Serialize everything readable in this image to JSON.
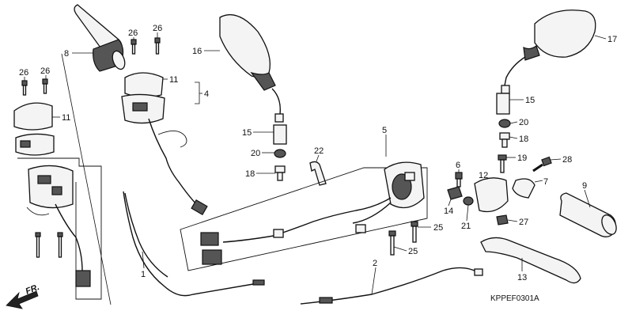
{
  "callouts": [
    {
      "id": "c1",
      "text": "1"
    },
    {
      "id": "c2",
      "text": "2"
    },
    {
      "id": "c4",
      "text": "4"
    },
    {
      "id": "c5",
      "text": "5"
    },
    {
      "id": "c6",
      "text": "6"
    },
    {
      "id": "c7",
      "text": "7"
    },
    {
      "id": "c8",
      "text": "8"
    },
    {
      "id": "c9",
      "text": "9"
    },
    {
      "id": "c11a",
      "text": "11"
    },
    {
      "id": "c11b",
      "text": "11"
    },
    {
      "id": "c12",
      "text": "12"
    },
    {
      "id": "c13",
      "text": "13"
    },
    {
      "id": "c14",
      "text": "14"
    },
    {
      "id": "c15a",
      "text": "15"
    },
    {
      "id": "c15b",
      "text": "15"
    },
    {
      "id": "c16",
      "text": "16"
    },
    {
      "id": "c17",
      "text": "17"
    },
    {
      "id": "c18a",
      "text": "18"
    },
    {
      "id": "c18b",
      "text": "18"
    },
    {
      "id": "c19",
      "text": "19"
    },
    {
      "id": "c20a",
      "text": "20"
    },
    {
      "id": "c20b",
      "text": "20"
    },
    {
      "id": "c21",
      "text": "21"
    },
    {
      "id": "c22",
      "text": "22"
    },
    {
      "id": "c25a",
      "text": "25"
    },
    {
      "id": "c25b",
      "text": "25"
    },
    {
      "id": "c26a",
      "text": "26"
    },
    {
      "id": "c26b",
      "text": "26"
    },
    {
      "id": "c26c",
      "text": "26"
    },
    {
      "id": "c26d",
      "text": "26"
    },
    {
      "id": "c27",
      "text": "27"
    },
    {
      "id": "c28",
      "text": "28"
    }
  ],
  "direction_label": "FR.",
  "diagram_code": "KPPEF0301A"
}
